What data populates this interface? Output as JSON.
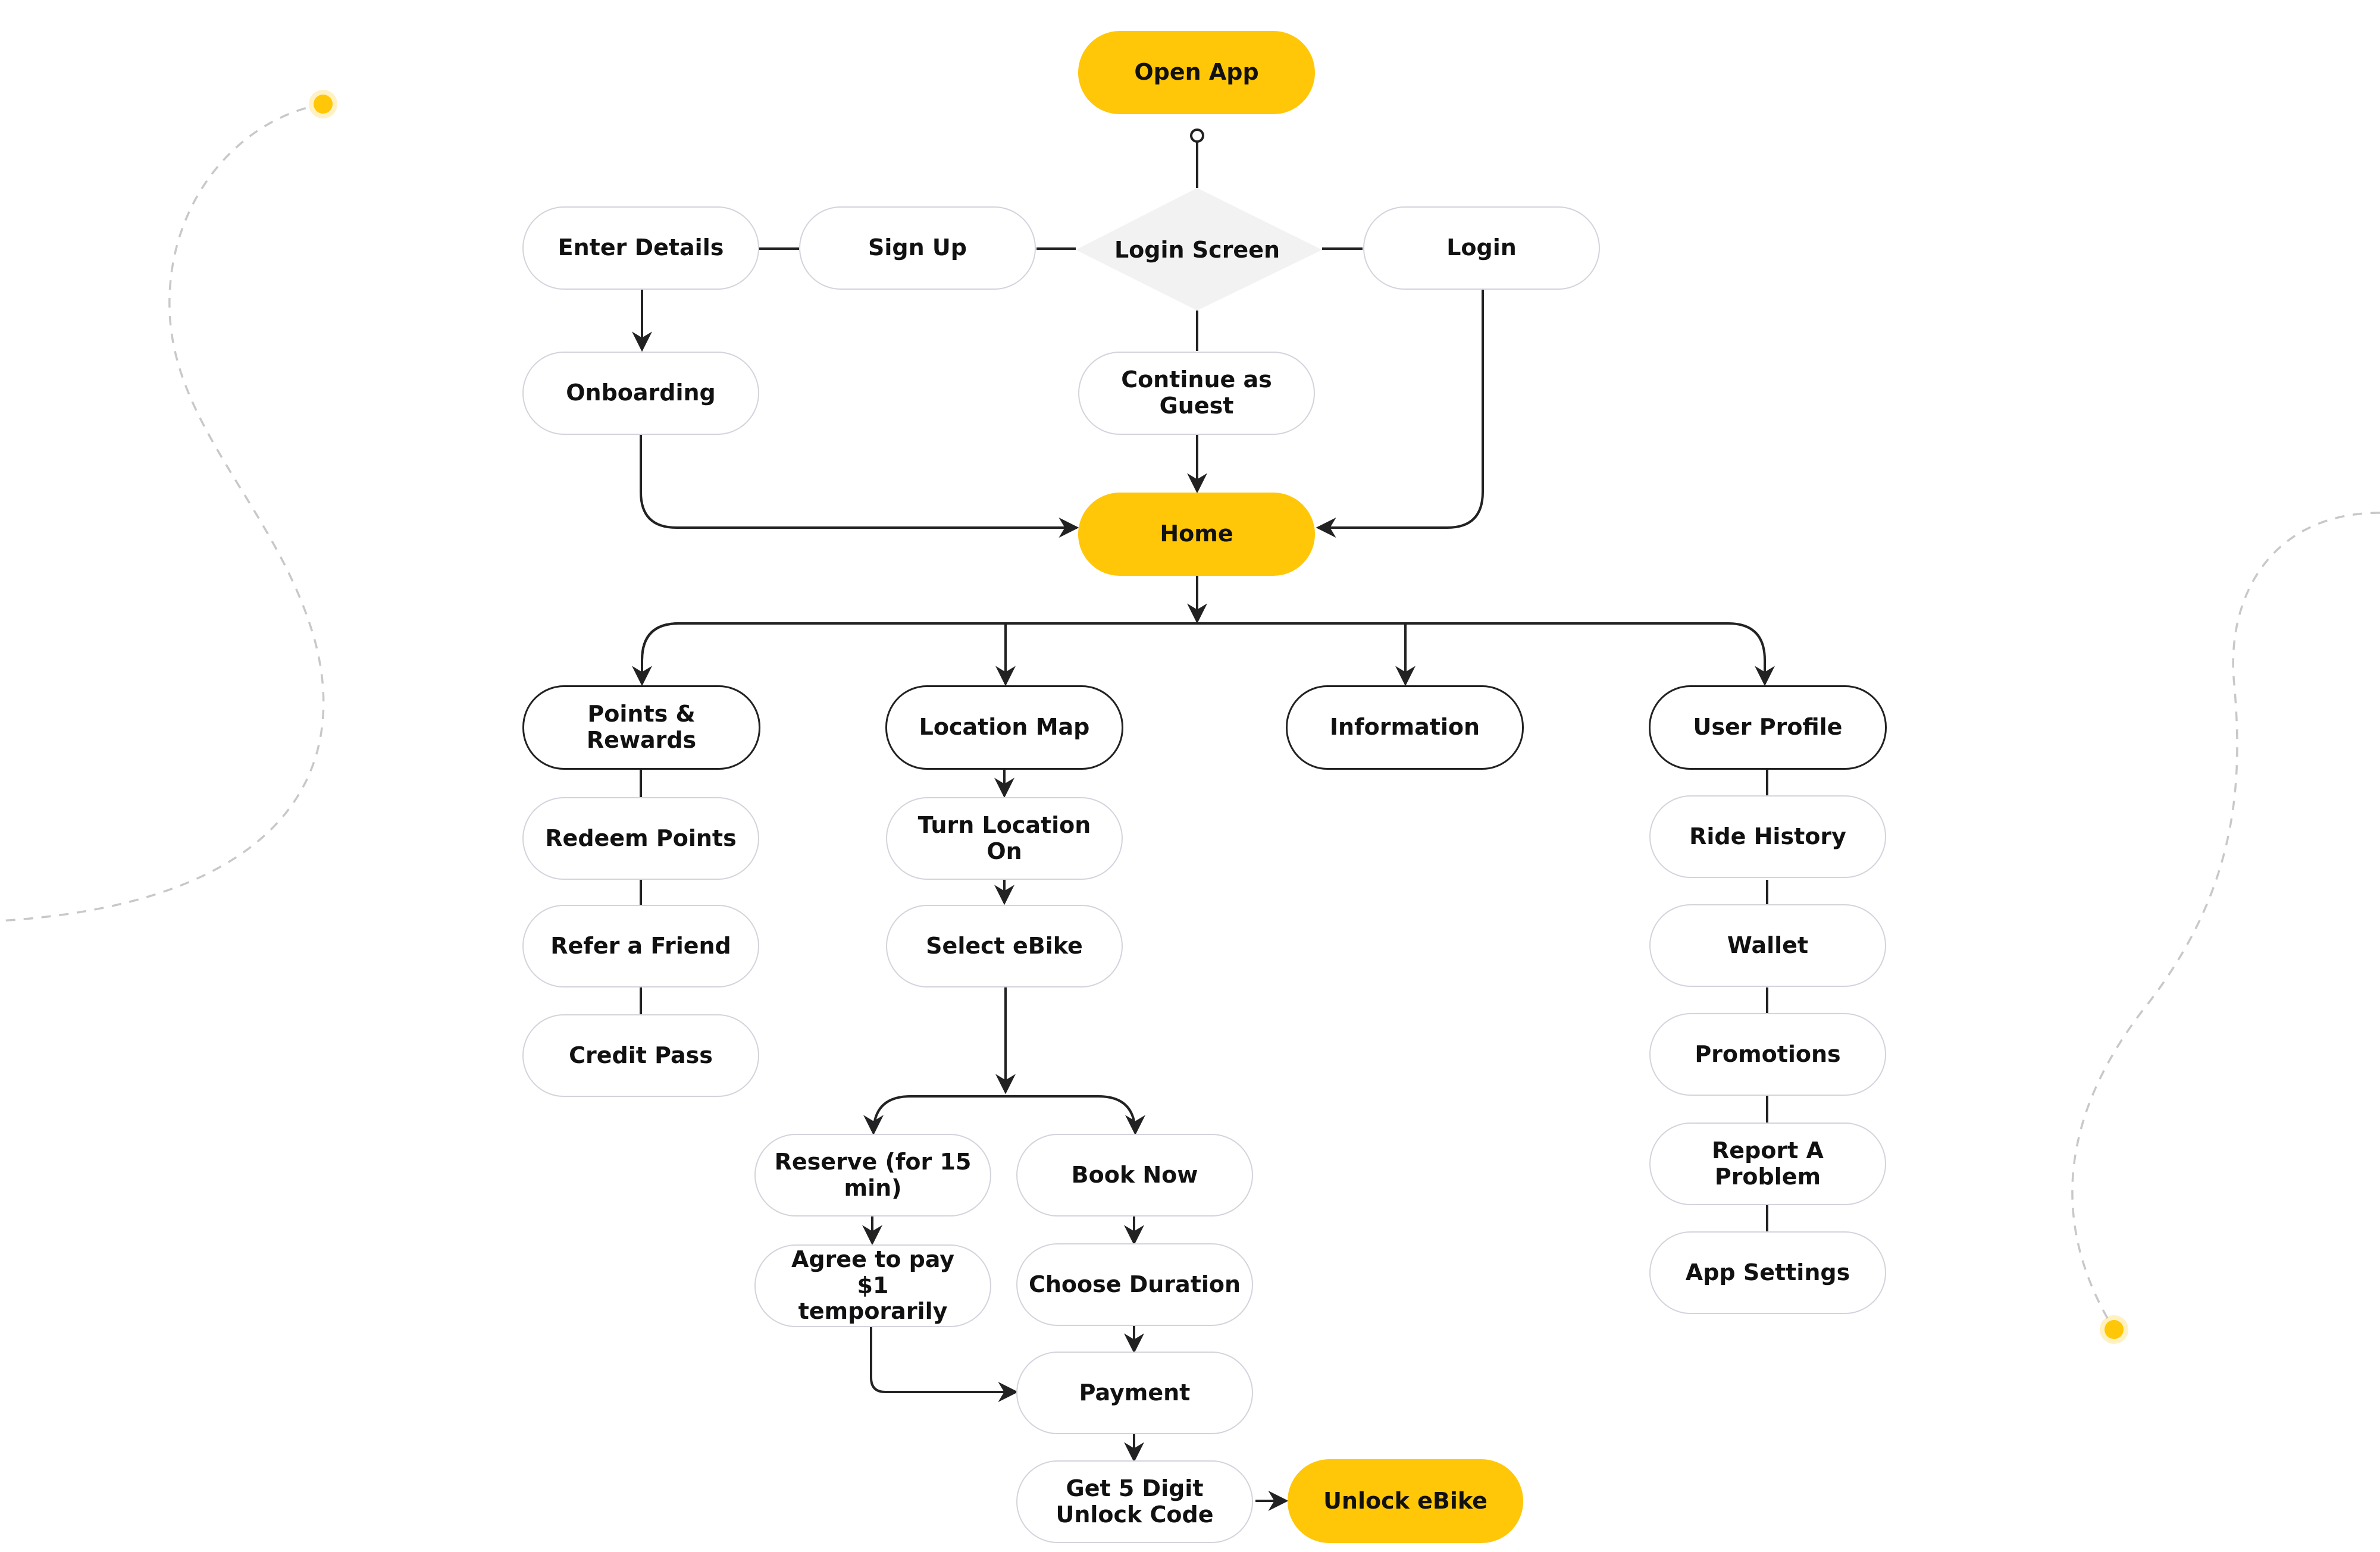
{
  "colors": {
    "accent": "#FFC707",
    "line": "#222222",
    "node_border": "#d3d3dc",
    "diamond": "#f2f2f2"
  },
  "nodes": {
    "open_app": "Open App",
    "login_screen": "Login Screen",
    "enter_details": "Enter Details",
    "sign_up": "Sign Up",
    "login": "Login",
    "onboarding": "Onboarding",
    "continue_guest": "Continue as Guest",
    "home": "Home",
    "points_rewards": "Points & Rewards",
    "location_map": "Location Map",
    "information": "Information",
    "user_profile": "User Profile",
    "redeem_points": "Redeem Points",
    "refer_friend": "Refer a Friend",
    "credit_pass": "Credit Pass",
    "turn_location_on": "Turn Location On",
    "select_ebike": "Select eBike",
    "reserve": "Reserve (for 15 min)",
    "book_now": "Book Now",
    "agree_pay": "Agree to pay $1 temporarily",
    "choose_duration": "Choose Duration",
    "payment": "Payment",
    "unlock_code": "Get 5 Digit Unlock Code",
    "unlock_ebike": "Unlock eBike",
    "ride_history": "Ride History",
    "wallet": "Wallet",
    "promotions": "Promotions",
    "report_problem": "Report A Problem",
    "app_settings": "App Settings"
  }
}
